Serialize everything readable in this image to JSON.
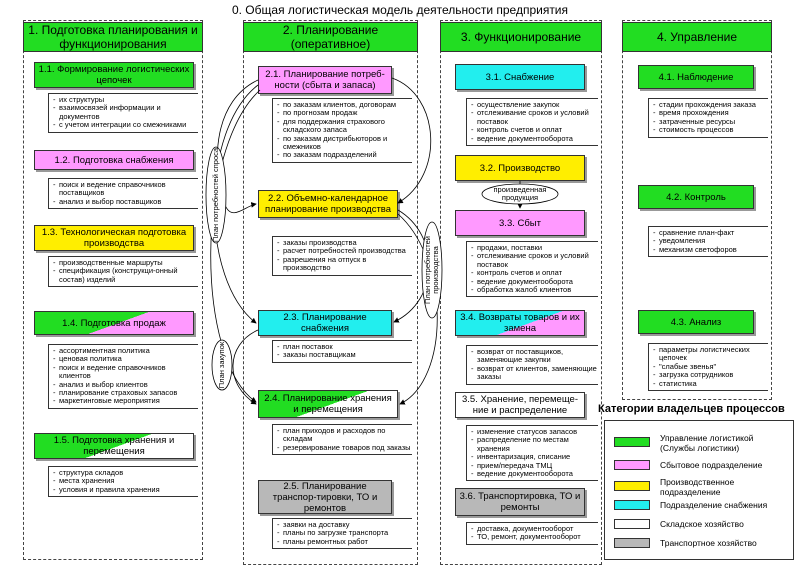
{
  "title": "0. Общая логистическая модель деятельности предприятия",
  "columns": [
    {
      "header": "1. Подготовка планирования и функционирования"
    },
    {
      "header": "2. Планирование (оперативное)"
    },
    {
      "header": "3. Функционирование"
    },
    {
      "header": "4. Управление"
    }
  ],
  "col1": {
    "b1": {
      "title": "1.1. Формирование логистических цепочек",
      "items": [
        "их структуры",
        "взаимосвязей информации и документов",
        "с учетом интеграции со смежниками"
      ]
    },
    "b2": {
      "title": "1.2. Подготовка снабжения",
      "items": [
        "поиск и ведение справочников поставщиков",
        "анализ и выбор поставщиков"
      ]
    },
    "b3": {
      "title": "1.3. Технологическая подготовка производства",
      "items": [
        "производственные маршруты",
        "спецификация (конструкци-онный состав) изделий"
      ]
    },
    "b4": {
      "title": "1.4. Подготовка продаж",
      "items": [
        "ассортиментная политика",
        "ценовая политика",
        "поиск и ведение справочников клиентов",
        "анализ и выбор клиентов",
        "планирование страховых запасов",
        "маркетинговые мероприятия"
      ]
    },
    "b5": {
      "title": "1.5. Подготовка хранения и перемещения",
      "items": [
        "структура складов",
        "места хранения",
        "условия и правила хранения"
      ]
    }
  },
  "col2": {
    "b1": {
      "title": "2.1. Планирование потреб-ности (сбыта и запаса)",
      "items": [
        "по заказам клиентов, договорам",
        "по прогнозам продаж",
        "для поддержания страхового складского запаса",
        "по заказам дистрибьюторов и смежников",
        "по заказам подразделений"
      ]
    },
    "b2": {
      "title": "2.2. Объемно-календарное планирование производства",
      "items": [
        "заказы производства",
        "расчет потребностей производства",
        "разрешения на отпуск в производство"
      ]
    },
    "b3": {
      "title": "2.3. Планирование снабжения",
      "items": [
        "план поставок",
        "заказы поставщикам"
      ]
    },
    "b4": {
      "title": "2.4. Планирование хранения и перемещения",
      "items": [
        "план приходов и расходов по складам",
        "резервирование товаров под заказы"
      ]
    },
    "b5": {
      "title": "2.5. Планирование транспор-тировки, ТО и ремонтов",
      "items": [
        "заявки на доставку",
        "планы по загрузке транспорта",
        "планы ремонтных работ"
      ]
    }
  },
  "col3": {
    "b1": {
      "title": "3.1. Снабжение",
      "items": [
        "осуществление закупок",
        "отслеживание сроков и условий поставок",
        "контроль счетов и оплат",
        "ведение документооборота"
      ]
    },
    "b2": {
      "title": "3.2. Производство"
    },
    "b3": {
      "title": "3.3. Сбыт",
      "items": [
        "продажи, поставки",
        "отслеживание сроков и условий поставок",
        "контроль счетов и оплат",
        "ведение документооборота",
        "обработка жалоб клиентов"
      ]
    },
    "b4": {
      "title": "3.4. Возвраты товаров и их замена",
      "items": [
        "возврат от поставщиков, заменяющие закупки",
        "возврат от клиентов, заменяющие заказы"
      ]
    },
    "b5": {
      "title": "3.5. Хранение, перемеще-ние и распределение",
      "items": [
        "изменение статусов запасов",
        "распределение по местам хранения",
        "инвентаризация, списание",
        "прием/передача ТМЦ",
        "ведение документооборота"
      ]
    },
    "b6": {
      "title": "3.6. Транспортировка, ТО и ремонты",
      "items": [
        "доставка, документооборот",
        "ТО, ремонт, документооборот"
      ]
    }
  },
  "col4": {
    "b1": {
      "title": "4.1. Наблюдение",
      "items": [
        "стадии прохождения заказа",
        "время прохождения",
        "затраченные ресурсы",
        "стоимость процессов"
      ]
    },
    "b2": {
      "title": "4.2. Контроль",
      "items": [
        "сравнение план-факт",
        "уведомления",
        "механизм светофоров"
      ]
    },
    "b3": {
      "title": "4.3. Анализ",
      "items": [
        "параметры логистических цепочек",
        "\"слабые звенья\"",
        "загрузка сотрудников",
        "статистика"
      ]
    }
  },
  "annotations": {
    "plan_demand_left": "План потребностей спроса",
    "plan_demand_right": "План потребностей производства",
    "plan_purchase": "План закупок",
    "produced": "произведенная продукция"
  },
  "legend": {
    "title": "Категории владельцев процессов",
    "items": [
      {
        "label": "Управление логистикой (Службы логистики)",
        "color": "#22dd22"
      },
      {
        "label": "Сбытовое подразделение",
        "color": "#ff99ff"
      },
      {
        "label": "Производственное подразделение",
        "color": "#ffee00"
      },
      {
        "label": "Подразделение снабжения",
        "color": "#22eeee"
      },
      {
        "label": "Складское хозяйство",
        "color": "#ffffff"
      },
      {
        "label": "Транспортное хозяйство",
        "color": "#b8b8b8"
      }
    ]
  }
}
